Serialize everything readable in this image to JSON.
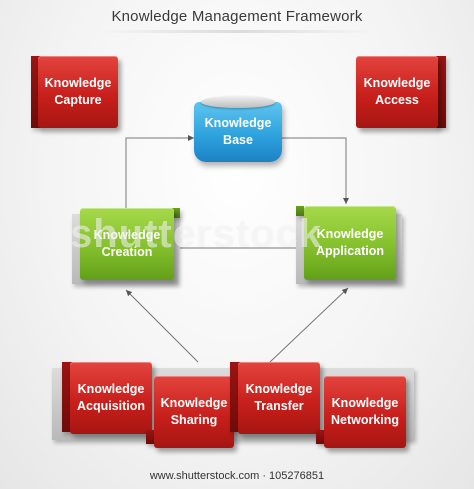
{
  "title": "Knowledge Management Framework",
  "nodes": {
    "capture": "Knowledge\nCapture",
    "access": "Knowledge\nAccess",
    "base": "Knowledge\nBase",
    "creation": "Knowledge\nCreation",
    "application": "Knowledge\nApplication",
    "acquisition": "Knowledge\nAcquisition",
    "sharing": "Knowledge\nSharing",
    "transfer": "Knowledge\nTransfer",
    "networking": "Knowledge\nNetworking"
  },
  "watermark": {
    "brand": "shutterstock",
    "footer": "www.shutterstock.com · 105276851"
  },
  "colors": {
    "red": "#c8201c",
    "green": "#84c02c",
    "blue": "#2ea3de"
  }
}
